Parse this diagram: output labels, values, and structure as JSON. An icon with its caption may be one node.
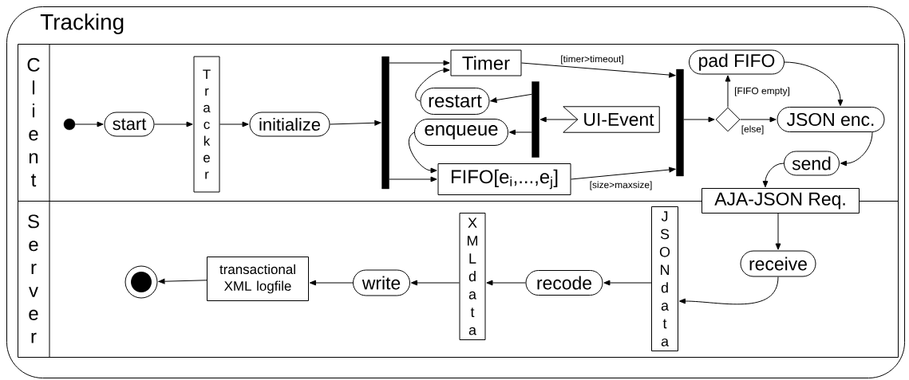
{
  "diagram": {
    "nodes": [
      {
        "text": [
          "Tracking"
        ]
      },
      {
        "text": [
          "Client"
        ],
        "in": 0
      },
      {
        "text": [
          "Server"
        ],
        "in": 0
      },
      {
        "text": [],
        "shape": "circle",
        "in": 1
      },
      {
        "text": [
          "start"
        ],
        "in": 1
      },
      {
        "text": [
          "Tracker"
        ],
        "in": 1
      },
      {
        "text": [
          "initialize"
        ],
        "in": 1
      },
      {
        "text": [],
        "shape": "bar",
        "in": 1
      },
      {
        "text": [
          "Timer"
        ],
        "in": 1
      },
      {
        "text": [
          "restart"
        ],
        "in": 1
      },
      {
        "text": [
          "enqueue"
        ],
        "in": 1
      },
      {
        "text": [
          "FIFO[e$_{i}$,...,e$_{j}$]"
        ],
        "in": 1
      },
      {
        "text": [],
        "shape": "bar",
        "in": 1
      },
      {
        "text": [
          "UI-Event"
        ],
        "in": 1
      },
      {
        "text": [],
        "shape": "bar",
        "in": 1
      },
      {
        "text": [],
        "shape": "diamond",
        "in": 1
      },
      {
        "text": [
          "pad FIFO"
        ],
        "in": 1
      },
      {
        "text": [
          "JSON enc."
        ],
        "in": 1
      },
      {
        "text": [
          "send"
        ],
        "in": 1
      },
      {
        "text": [
          "AJA-JSON Req."
        ],
        "in": 0
      },
      {
        "text": [
          "receive"
        ],
        "in": 2
      },
      {
        "text": [
          "JSON data"
        ],
        "in": 2
      },
      {
        "text": [
          "recode"
        ],
        "in": 2
      },
      {
        "text": [
          "XML data"
        ],
        "in": 2
      },
      {
        "text": [
          "write"
        ],
        "in": 2
      },
      {
        "text": [
          "transactional XML logfile"
        ],
        "in": 2
      },
      {
        "text": [],
        "shape": "circle",
        "in": 2
      }
    ],
    "edges": [
      {
        "from": 3,
        "to": 4,
        "arrow": "to"
      },
      {
        "from": 4,
        "to": 5,
        "arrow": "to"
      },
      {
        "from": 5,
        "to": 6,
        "arrow": "to"
      },
      {
        "from": 6,
        "to": 7,
        "arrow": "to"
      },
      {
        "from": 7,
        "to": 8,
        "arrow": "to"
      },
      {
        "from": 7,
        "to": 11,
        "arrow": "to"
      },
      {
        "from": 9,
        "to": 8,
        "arrow": "to"
      },
      {
        "from": 12,
        "to": 9,
        "arrow": "to"
      },
      {
        "from": 13,
        "to": 12,
        "arrow": "to"
      },
      {
        "from": 12,
        "to": 10,
        "arrow": "to"
      },
      {
        "from": 10,
        "to": 11,
        "arrow": "to"
      },
      {
        "from": 8,
        "to": 14,
        "arrow": "to",
        "label": "[timer>timeout]"
      },
      {
        "from": 11,
        "to": 14,
        "arrow": "to",
        "label": "[size>maxsize]"
      },
      {
        "from": 14,
        "to": 15,
        "arrow": "to"
      },
      {
        "from": 15,
        "to": 16,
        "arrow": "to",
        "label": "[FIFO empty]"
      },
      {
        "from": 15,
        "to": 17,
        "arrow": "to",
        "label": "[else]"
      },
      {
        "from": 16,
        "to": 17,
        "arrow": "to"
      },
      {
        "from": 17,
        "to": 18,
        "arrow": "to"
      },
      {
        "from": 18,
        "to": 19,
        "arrow": "to"
      },
      {
        "from": 19,
        "to": 20,
        "arrow": "to"
      },
      {
        "from": 20,
        "to": 21,
        "arrow": "to"
      },
      {
        "from": 21,
        "to": 22,
        "arrow": "to"
      },
      {
        "from": 22,
        "to": 23,
        "arrow": "to"
      },
      {
        "from": 23,
        "to": 24,
        "arrow": "to"
      },
      {
        "from": 24,
        "to": 25,
        "arrow": "to"
      },
      {
        "from": 25,
        "to": 26,
        "arrow": "to"
      }
    ]
  }
}
